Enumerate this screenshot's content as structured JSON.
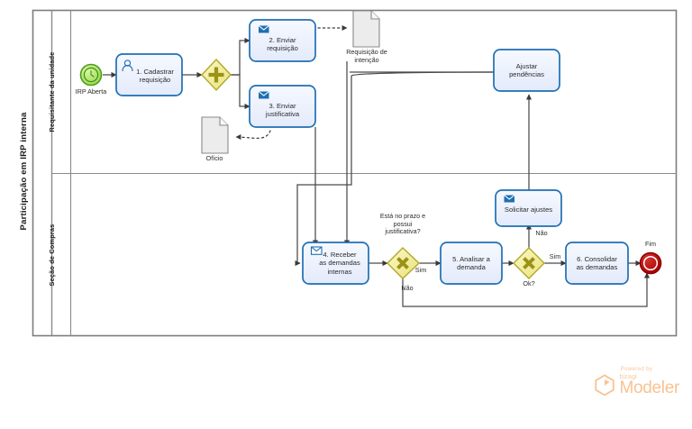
{
  "diagram": {
    "type": "bpmn-process-diagram",
    "pool": {
      "name": "Participação em IRP interna"
    },
    "lanes": [
      {
        "id": "lane-requisitante",
        "name": "Requisitante da unidade"
      },
      {
        "id": "lane-compras",
        "name": "Seção de Compras"
      }
    ],
    "events": [
      {
        "id": "start-irp-aberta",
        "kind": "start-timer-event",
        "label": "IRP Aberta",
        "lane": "lane-requisitante",
        "color": "#8fd14f"
      },
      {
        "id": "end-fim",
        "kind": "end-event",
        "label": "Fim",
        "lane": "lane-compras",
        "color": "#c00000"
      }
    ],
    "tasks": [
      {
        "id": "task-1",
        "label": "1. Cadastrar\nrequisição",
        "icon": "user-task-icon",
        "lane": "lane-requisitante"
      },
      {
        "id": "task-2",
        "label": "2. Enviar\nrequisição",
        "icon": "send-task-icon",
        "lane": "lane-requisitante"
      },
      {
        "id": "task-3",
        "label": "3. Enviar\njustificativa",
        "icon": "send-task-icon",
        "lane": "lane-requisitante"
      },
      {
        "id": "task-ajustar",
        "label": "Ajustar\npendências",
        "icon": "none",
        "lane": "lane-requisitante"
      },
      {
        "id": "task-4",
        "label": "4. Receber\nas demandas\ninternas",
        "icon": "receive-task-icon",
        "lane": "lane-compras"
      },
      {
        "id": "task-5",
        "label": "5. Analisar a\ndemanda",
        "icon": "none",
        "lane": "lane-compras"
      },
      {
        "id": "task-solicitar",
        "label": "Solicitar ajustes",
        "icon": "send-task-icon",
        "lane": "lane-compras"
      },
      {
        "id": "task-6",
        "label": "6. Consolidar\nas demandas",
        "icon": "none",
        "lane": "lane-compras"
      }
    ],
    "gateways": [
      {
        "id": "gw-parallel",
        "kind": "parallel-gateway",
        "label": "",
        "lane": "lane-requisitante"
      },
      {
        "id": "gw-prazo",
        "kind": "exclusive-gateway",
        "label": "Está no prazo e\npossui\njustificativa?",
        "lane": "lane-compras"
      },
      {
        "id": "gw-ok",
        "kind": "exclusive-gateway",
        "label": "Ok?",
        "lane": "lane-compras"
      }
    ],
    "data_objects": [
      {
        "id": "doc-requisicao-intencao",
        "label": "Requisição de\nintenção",
        "lane": "lane-requisitante"
      },
      {
        "id": "doc-oficio",
        "label": "Ofício",
        "lane": "lane-requisitante"
      }
    ],
    "flow_labels": [
      {
        "id": "flow-prazo-sim",
        "label": "Sim"
      },
      {
        "id": "flow-prazo-nao",
        "label": "Não"
      },
      {
        "id": "flow-ok-sim",
        "label": "Sim"
      },
      {
        "id": "flow-ok-nao",
        "label": "Não"
      }
    ],
    "colors": {
      "task_fill": "#eef2fb",
      "task_stroke": "#1f6fb2",
      "gateway_fill": "#f5f3a8",
      "gateway_stroke": "#b3a829",
      "gateway_glyph": "#9c9216",
      "start_fill": "#b6e86a",
      "start_stroke": "#4f9c1e",
      "end_fill": "#c00000",
      "end_stroke": "#9e0000",
      "doc_fill": "#ececec",
      "doc_stroke": "#8a8a8a",
      "flow_stroke": "#4a4a4a",
      "pool_stroke": "#7c7c7c"
    }
  },
  "watermark": {
    "powered_by": "Powered by",
    "brand": "bizagi",
    "product": "Modeler"
  }
}
